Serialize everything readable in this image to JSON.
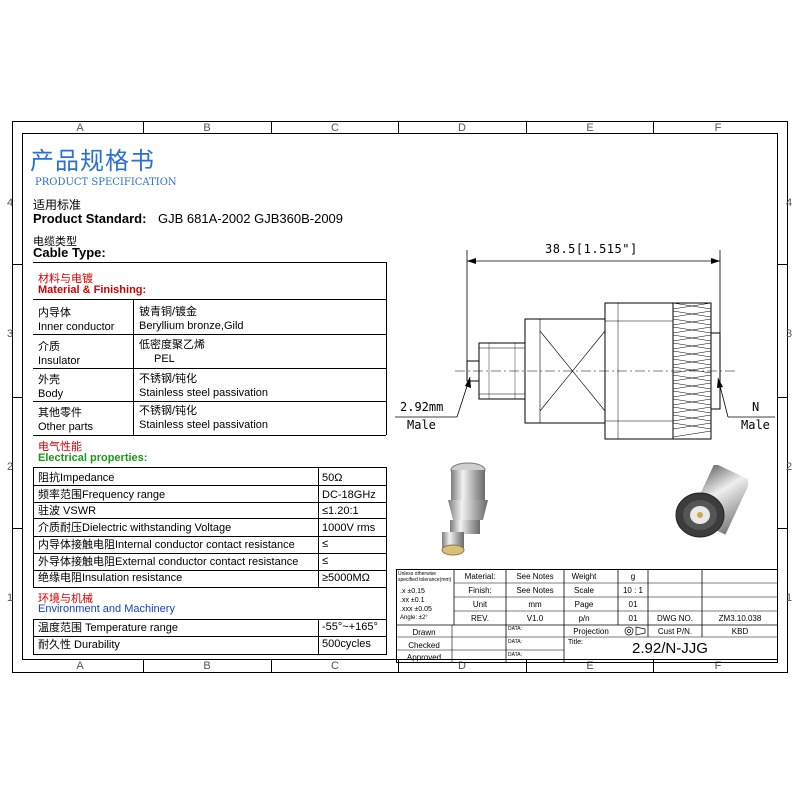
{
  "zones": {
    "columns": [
      "A",
      "B",
      "C",
      "D",
      "E",
      "F"
    ],
    "rows": [
      "4",
      "3",
      "2",
      "1"
    ]
  },
  "header": {
    "title_cn": "产品规格书",
    "title_en": "PRODUCT SPECIFICATION",
    "standard_cn": "适用标准",
    "standard_label": "Product Standard:",
    "standard_value": "GJB 681A-2002   GJB360B-2009",
    "cable_cn": "电缆类型",
    "cable_label": "Cable Type:"
  },
  "material": {
    "heading_cn": "材料与电镀",
    "heading_en": "Material & Finishing:",
    "rows": [
      {
        "part_cn": "内导体",
        "part_en": "Inner conductor",
        "spec_cn": "铍青铜/镀金",
        "spec_en": "Beryllium bronze,Gild"
      },
      {
        "part_cn": "介质",
        "part_en": "Insulator",
        "spec_cn": "低密度聚乙烯",
        "spec_en": "PEL"
      },
      {
        "part_cn": "外壳",
        "part_en": "Body",
        "spec_cn": "不锈钢/钝化",
        "spec_en": "Stainless steel passivation"
      },
      {
        "part_cn": "其他零件",
        "part_en": "Other parts",
        "spec_cn": "不锈钢/钝化",
        "spec_en": "Stainless steel passivation"
      }
    ]
  },
  "electrical": {
    "heading_cn": "电气性能",
    "heading_en": "Electrical properties:",
    "rows": [
      {
        "label": "阻抗Impedance",
        "value": "50Ω"
      },
      {
        "label": "频率范围Frequency range",
        "value": "DC-18GHz"
      },
      {
        "label": "驻波  VSWR",
        "value": "≤1.20:1"
      },
      {
        "label": "介质耐压Dielectric withstanding Voltage",
        "value": "1000V rms"
      },
      {
        "label": "内导体接触电阻Internal conductor contact resistance",
        "value": "≤"
      },
      {
        "label": "外导体接触电阻External conductor contact resistance",
        "value": "≤"
      },
      {
        "label": "绝缘电阻Insulation resistance",
        "value": "≥5000MΩ"
      }
    ]
  },
  "environment": {
    "heading_cn": "环境与机械",
    "heading_en": "Environment and Machinery",
    "rows": [
      {
        "label": "温度范围  Temperature range",
        "value": "-55°~+165°"
      },
      {
        "label": "耐久性  Durability",
        "value": "500cycles"
      }
    ]
  },
  "drawing": {
    "length": "38.5[1.515\"]",
    "left_label_1": "2.92mm",
    "left_label_2": "Male",
    "right_label_1": "N",
    "right_label_2": "Male"
  },
  "title_block": {
    "tolerance": {
      "header": "Unless otherwise specified tolerance(mm)",
      "lines": [
        ".x   ±0.15",
        ".xx   ±0.1",
        ".xxx  ±0.05",
        "Angle:  ±2°"
      ]
    },
    "material_label": "Material:",
    "material_value": "See Notes",
    "finish_label": "Finish:",
    "finish_value": "See Notes",
    "unit_label": "Unit",
    "unit_value": "mm",
    "rev_label": "REV.",
    "rev_value": "V1.0",
    "weight_label": "Weight",
    "weight_value": "g",
    "scale_label": "Scale",
    "scale_value": "10 : 1",
    "page_label": "Page",
    "page_value": "01",
    "pn_label": "p/n",
    "pn_value": "01",
    "dwg_label": "DWG NO.",
    "dwg_value": "ZM3.10.038",
    "projection_label": "Projection",
    "custpn_label": "Cust P/N.",
    "custpn_value": "KBD",
    "drawn_label": "Drawn",
    "checked_label": "Checked",
    "approved_label": "Approved",
    "date_label": "DATA:",
    "title_label": "Title:",
    "title_value": "2.92/N-JJG"
  },
  "colors": {
    "red": "#d40000",
    "green": "#1a9a1a",
    "blue": "#1144cc",
    "title_blue": "#2a6fd6"
  }
}
